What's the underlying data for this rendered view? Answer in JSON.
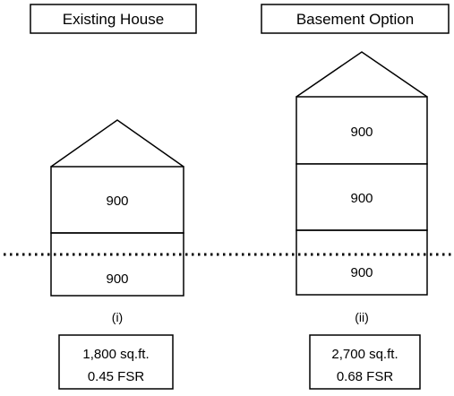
{
  "diagram": {
    "houses": [
      {
        "title": "Existing House",
        "floors": [
          "900",
          "900"
        ],
        "caption": "(i)",
        "area": "1,800 sq.ft.",
        "fsr": "0.45 FSR"
      },
      {
        "title": "Basement Option",
        "floors": [
          "900",
          "900",
          "900"
        ],
        "caption": "(ii)",
        "area": "2,700 sq.ft.",
        "fsr": "0.68 FSR"
      }
    ],
    "line_color": "#000000",
    "background": "#ffffff"
  }
}
